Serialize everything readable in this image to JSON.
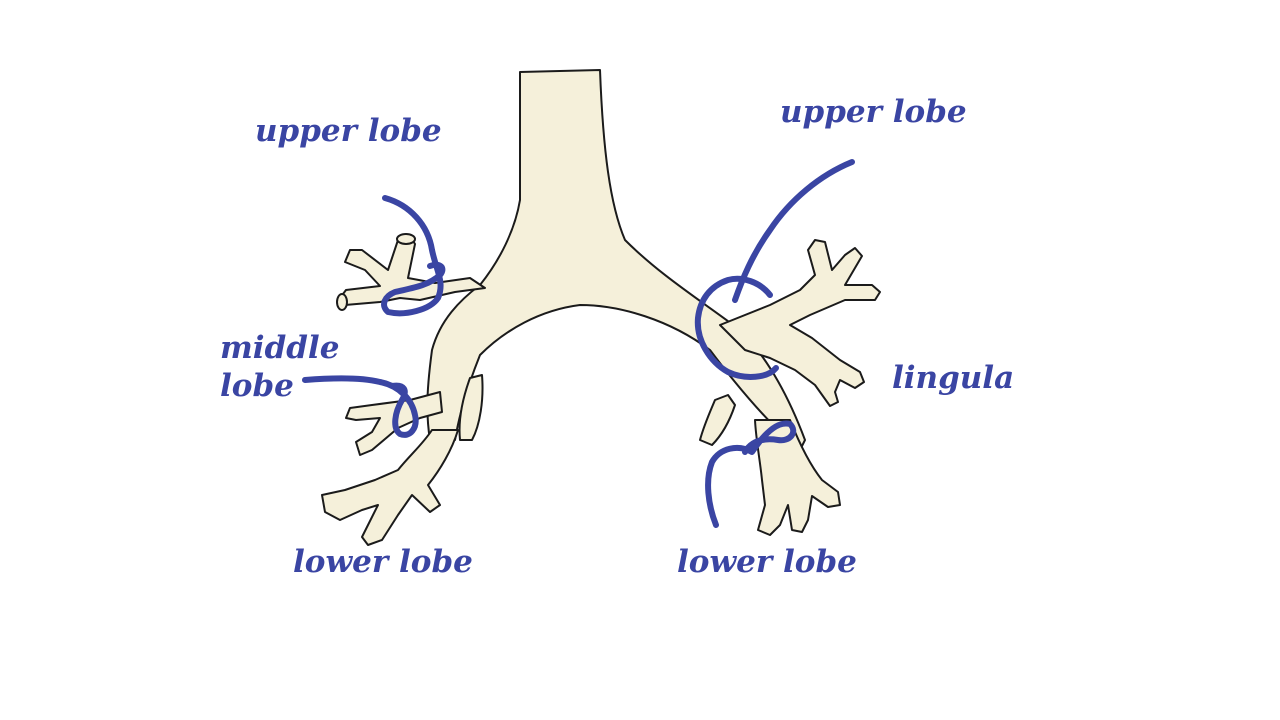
{
  "colors": {
    "label": "#3a45a3",
    "marker": "#3a45a3",
    "airway_fill": "#f5f0da",
    "outline": "#1b1b1b",
    "background": "#ffffff"
  },
  "labels": {
    "right_upper": "upper lobe",
    "left_upper": "upper lobe",
    "middle_line1": "middle",
    "middle_line2": "lobe",
    "lingula": "lingula",
    "right_lower": "lower lobe",
    "left_lower": "lower lobe"
  }
}
